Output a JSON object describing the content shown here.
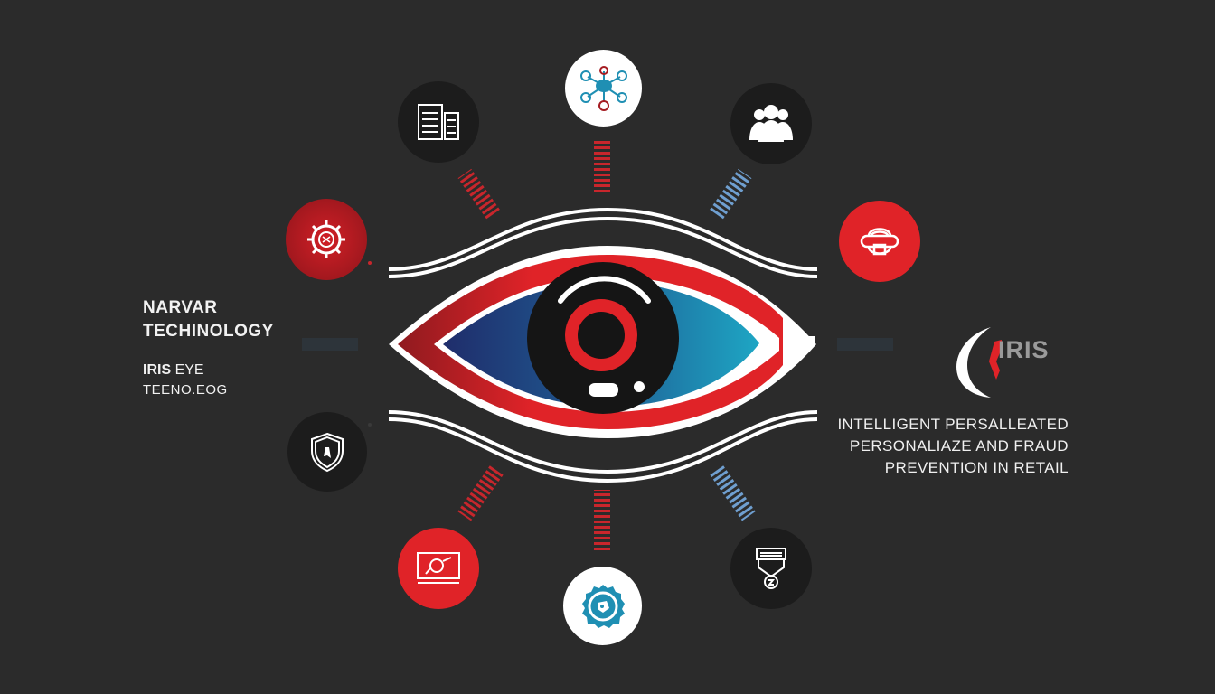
{
  "left_text": {
    "company_line1": "NARVAR",
    "company_line2": "TECHINOLOGY",
    "product_bold": "IRIS",
    "product_rest": " EYE",
    "product_line2": "TEENO.EOG"
  },
  "logo": {
    "word": "IRIS",
    "mark": "crescent-with-red-flame"
  },
  "right_text": {
    "line1": "INTELLIGENT PERSALLEATED",
    "line2": "PERSONALIAZE AND FRAUD",
    "line3": "PREVENTION IN RETAIL"
  },
  "colors": {
    "background": "#2b2b2b",
    "red": "#e02328",
    "dark_red": "#a51c22",
    "blue": "#1f8fb3",
    "navy": "#22407a",
    "white": "#ffffff",
    "node_dark": "#1c1c1c",
    "connector_blue": "#6f9fd0"
  },
  "nodes": [
    {
      "id": "top-left",
      "icon": "server-racks-icon",
      "style": "dark"
    },
    {
      "id": "top",
      "icon": "network-hub-icon",
      "style": "white"
    },
    {
      "id": "top-right",
      "icon": "user-group-icon",
      "style": "dark"
    },
    {
      "id": "left-upper",
      "icon": "gear-brain-icon",
      "style": "red"
    },
    {
      "id": "right-upper",
      "icon": "chain-link-icon",
      "style": "red"
    },
    {
      "id": "left-lower",
      "icon": "shield-icon",
      "style": "dark"
    },
    {
      "id": "bottom-left",
      "icon": "monitor-icon",
      "style": "red"
    },
    {
      "id": "bottom",
      "icon": "badge-gear-icon",
      "style": "white"
    },
    {
      "id": "bottom-right",
      "icon": "medal-icon",
      "style": "dark"
    }
  ]
}
